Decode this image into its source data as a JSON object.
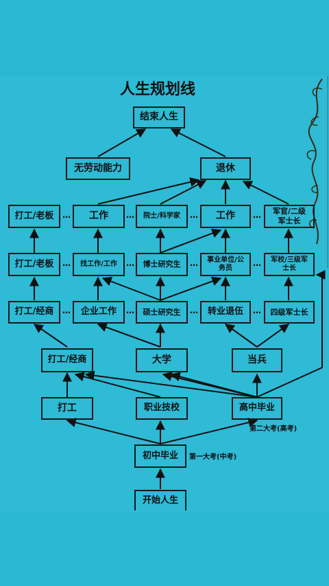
{
  "title": "人生规划线",
  "nodes": {
    "end_life": "结束人生",
    "no_labor": "无劳动能力",
    "retire": "退休",
    "r6_boss": "打工/老板",
    "r6_work": "工作",
    "r6_academician": "院士/科学家",
    "r6_work2": "工作",
    "r6_officer": "军官/二级军士长",
    "r5_boss": "打工/老板",
    "r5_findjob": "找工作/工作",
    "r5_phd": "博士研究生",
    "r5_public": "事业单位/公务员",
    "r5_military_school": "军校/三级军士长",
    "r4_business": "打工/经商",
    "r4_enterprise": "企业工作",
    "r4_master": "硕士研究生",
    "r4_transfer": "转业退伍",
    "r4_sergeant": "四级军士长",
    "r3_business": "打工/经商",
    "r3_university": "大学",
    "r3_soldier": "当兵",
    "r2_work": "打工",
    "r2_vocational": "职业技校",
    "r2_highschool": "高中毕业",
    "junior": "初中毕业",
    "start": "开始人生"
  },
  "notes": {
    "exam2": "第二大考(高考)",
    "exam1": "第一大考(中考)"
  },
  "dots": "…"
}
